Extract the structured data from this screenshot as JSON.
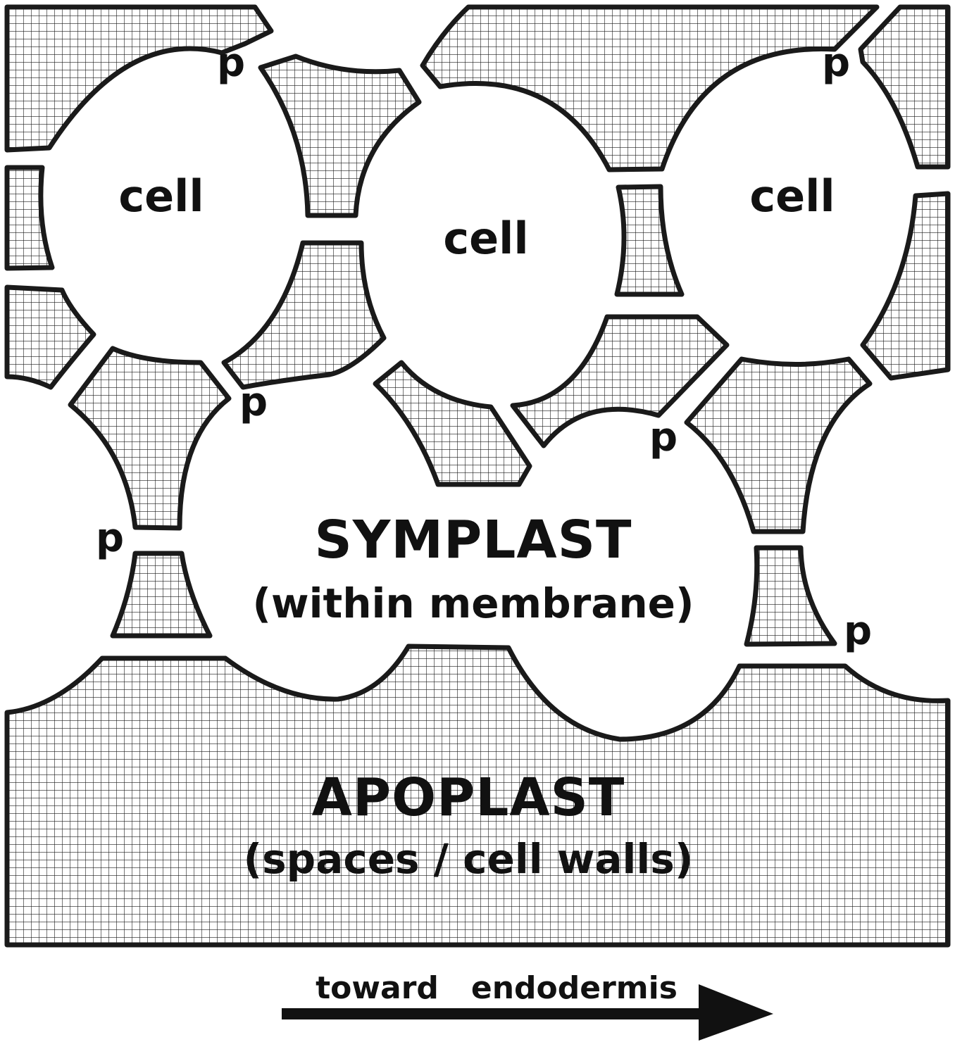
{
  "labels": {
    "cell": "cell",
    "plasmodesma": "p",
    "symplast_title": "SYMPLAST",
    "symplast_sub": "(within membrane)",
    "apoplast_title": "APOPLAST",
    "apoplast_sub": "(spaces / cell walls)",
    "direction": "toward   endodermis"
  },
  "colors": {
    "outline": "#1a1a1a",
    "grid": "#1a1a1a",
    "background": "#ffffff"
  }
}
